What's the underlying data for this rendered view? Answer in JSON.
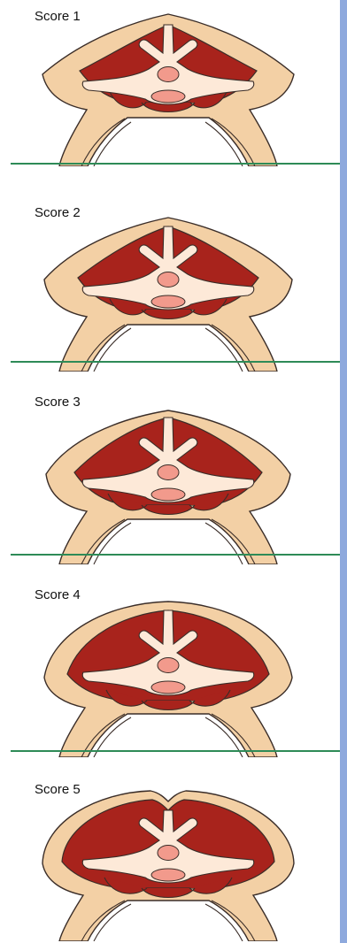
{
  "panels": [
    {
      "label": "Score 1"
    },
    {
      "label": "Score 2"
    },
    {
      "label": "Score 3"
    },
    {
      "label": "Score 4"
    },
    {
      "label": "Score 5"
    }
  ],
  "colors": {
    "outline": "#3a2d28",
    "skin": "#f3d0a5",
    "bone": "#fde9d8",
    "muscle": "#a8231c",
    "pink": "#f29a8c",
    "divider": "#2e8b57",
    "right_bar": "#8ea9dd"
  }
}
